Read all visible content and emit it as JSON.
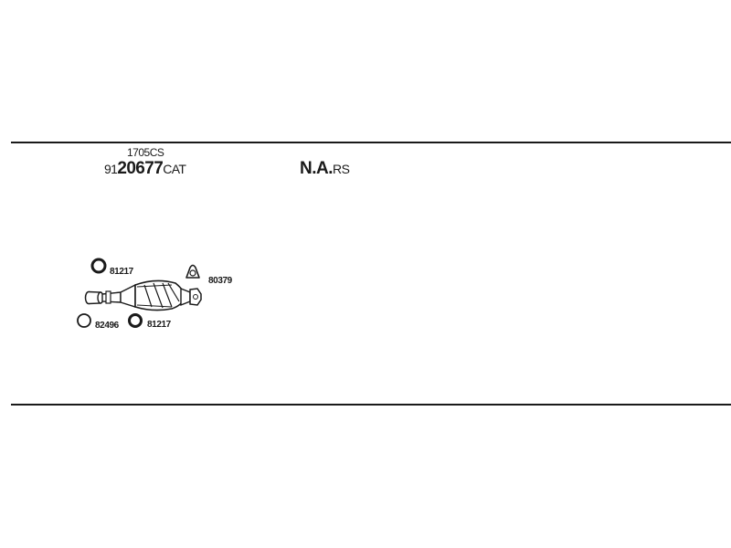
{
  "header": {
    "sub_code": "1705CS",
    "main_prefix": "91",
    "main_number": "20677",
    "main_suffix": "CAT"
  },
  "na": {
    "main": "N.A.",
    "suffix": "RS"
  },
  "diagram": {
    "parts": [
      {
        "id": "ring-top",
        "label": "81217",
        "icon": "gasket-ring-icon"
      },
      {
        "id": "triangle",
        "label": "80379",
        "icon": "triangle-flange-gasket-icon"
      },
      {
        "id": "ring-bottom-left",
        "label": "82496",
        "icon": "gasket-ring-icon"
      },
      {
        "id": "ring-bottom-right",
        "label": "81217",
        "icon": "gasket-ring-icon"
      }
    ],
    "catalytic_converter_icon": "catalytic-converter-icon"
  },
  "colors": {
    "line": "#1a1a1a",
    "text": "#1a1a1a",
    "background": "#ffffff"
  }
}
